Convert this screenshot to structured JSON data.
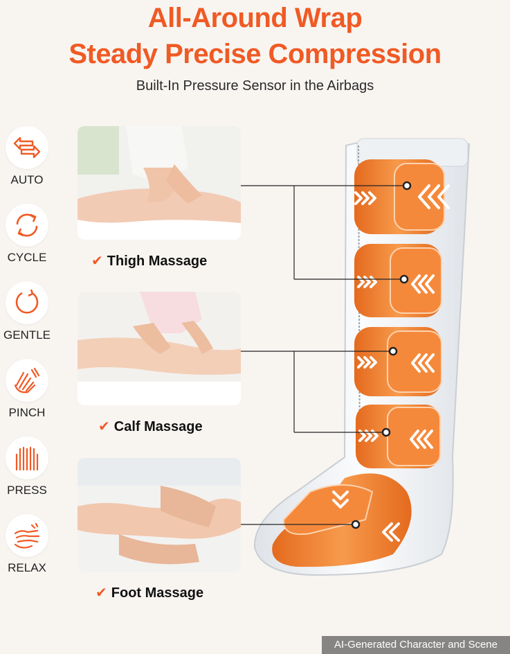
{
  "header": {
    "title_line1": "All-Around Wrap",
    "title_line2": "Steady Precise Compression",
    "subtitle": "Built-In Pressure Sensor in the Airbags"
  },
  "modes": [
    {
      "label": "AUTO",
      "icon": "arrows-left-right-icon"
    },
    {
      "label": "CYCLE",
      "icon": "cycle-arrows-icon"
    },
    {
      "label": "GENTLE",
      "icon": "circular-arrow-icon"
    },
    {
      "label": "PINCH",
      "icon": "pinch-hands-icon"
    },
    {
      "label": "PRESS",
      "icon": "press-hands-icon"
    },
    {
      "label": "RELAX",
      "icon": "relax-hands-icon"
    }
  ],
  "massages": [
    {
      "label": "Thigh Massage"
    },
    {
      "label": "Calf Massage"
    },
    {
      "label": "Foot Massage"
    }
  ],
  "watermark": "AI-Generated Character and Scene",
  "colors": {
    "accent": "#f05a24",
    "airbag": "#f28a3a"
  }
}
